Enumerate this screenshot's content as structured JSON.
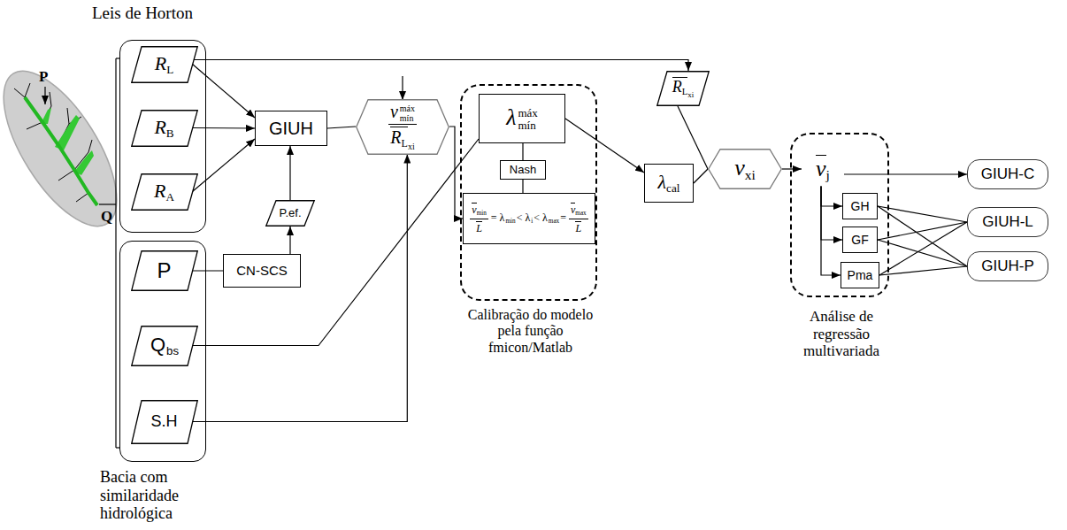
{
  "diagram": {
    "nodes": [
      {
        "text": [
          "Leis de Horton"
        ]
      },
      {
        "text": [
          "R",
          "L"
        ],
        "in": 0
      },
      {
        "text": [
          "R",
          "B"
        ],
        "in": 0
      },
      {
        "text": [
          "R",
          "A"
        ],
        "in": 0
      },
      {
        "text": [
          "Bacia com similaridade hidrológica"
        ]
      },
      {
        "text": [
          "P"
        ],
        "in": 4
      },
      {
        "text": [
          "Q",
          "bs"
        ],
        "in": 4
      },
      {
        "text": [
          "S.H"
        ],
        "in": 4
      },
      {
        "text": [
          "GIUH"
        ]
      },
      {
        "text": [
          "P.ef."
        ]
      },
      {
        "text": [
          "CN-SCS"
        ]
      },
      {
        "text": [
          "v",
          "máx",
          "mín",
          "R",
          "L",
          "xi"
        ]
      },
      {
        "text": [
          "Calibração do modelo pela função fmicon/Matlab"
        ]
      },
      {
        "text": [
          "λ",
          "máx",
          "mín"
        ],
        "in": 12
      },
      {
        "text": [
          "Nash"
        ],
        "in": 12
      },
      {
        "text": [
          "v",
          "min",
          "L",
          "= λ",
          "min",
          "< λ",
          "i",
          "< λ",
          "max",
          "=",
          "v",
          "max",
          "L"
        ],
        "in": 12
      },
      {
        "text": [
          "R",
          "L",
          "xi"
        ]
      },
      {
        "text": [
          "λ",
          "cal"
        ]
      },
      {
        "text": [
          "v",
          "xi"
        ]
      },
      {
        "text": [
          "Análise de regressão multivariada"
        ]
      },
      {
        "text": [
          "v",
          "j"
        ],
        "in": 19
      },
      {
        "text": [
          "GH"
        ],
        "in": 19
      },
      {
        "text": [
          "GF"
        ],
        "in": 19
      },
      {
        "text": [
          "Pma"
        ],
        "in": 19
      },
      {
        "text": [
          "GIUH-C"
        ]
      },
      {
        "text": [
          "GIUH-L"
        ]
      },
      {
        "text": [
          "GIUH-P"
        ]
      }
    ],
    "edges": [
      {
        "from": 1,
        "to": 8,
        "arrow": "to"
      },
      {
        "from": 2,
        "to": 8,
        "arrow": "to"
      },
      {
        "from": 3,
        "to": 8,
        "arrow": "to"
      },
      {
        "from": 1,
        "to": 16,
        "arrow": "to"
      },
      {
        "from": 9,
        "to": 8,
        "arrow": "to"
      },
      {
        "from": 10,
        "to": 9,
        "arrow": "to"
      },
      {
        "from": 5,
        "to": 10,
        "arrow": "none"
      },
      {
        "from": 8,
        "to": 11,
        "arrow": "none"
      },
      {
        "from": 7,
        "to": 11,
        "arrow": "to"
      },
      {
        "from": 6,
        "to": 13,
        "arrow": "none"
      },
      {
        "from": 11,
        "to": 15,
        "arrow": "to"
      },
      {
        "from": 13,
        "to": 17,
        "arrow": "to"
      },
      {
        "from": 13,
        "to": 14,
        "arrow": "none"
      },
      {
        "from": 14,
        "to": 15,
        "arrow": "none"
      },
      {
        "from": 16,
        "to": 18,
        "arrow": "none"
      },
      {
        "from": 17,
        "to": 18,
        "arrow": "none"
      },
      {
        "from": 18,
        "to": 20,
        "arrow": "to"
      },
      {
        "from": 20,
        "to": 24,
        "arrow": "to"
      },
      {
        "from": 20,
        "to": 21,
        "arrow": "to"
      },
      {
        "from": 20,
        "to": 22,
        "arrow": "to"
      },
      {
        "from": 20,
        "to": 23,
        "arrow": "to"
      },
      {
        "from": 21,
        "to": 25,
        "arrow": "none"
      },
      {
        "from": 21,
        "to": 26,
        "arrow": "none"
      },
      {
        "from": 22,
        "to": 25,
        "arrow": "none"
      },
      {
        "from": 22,
        "to": 26,
        "arrow": "none"
      },
      {
        "from": 23,
        "to": 25,
        "arrow": "none"
      },
      {
        "from": 23,
        "to": 26,
        "arrow": "none"
      }
    ],
    "labels": [
      "P",
      "Q"
    ]
  }
}
